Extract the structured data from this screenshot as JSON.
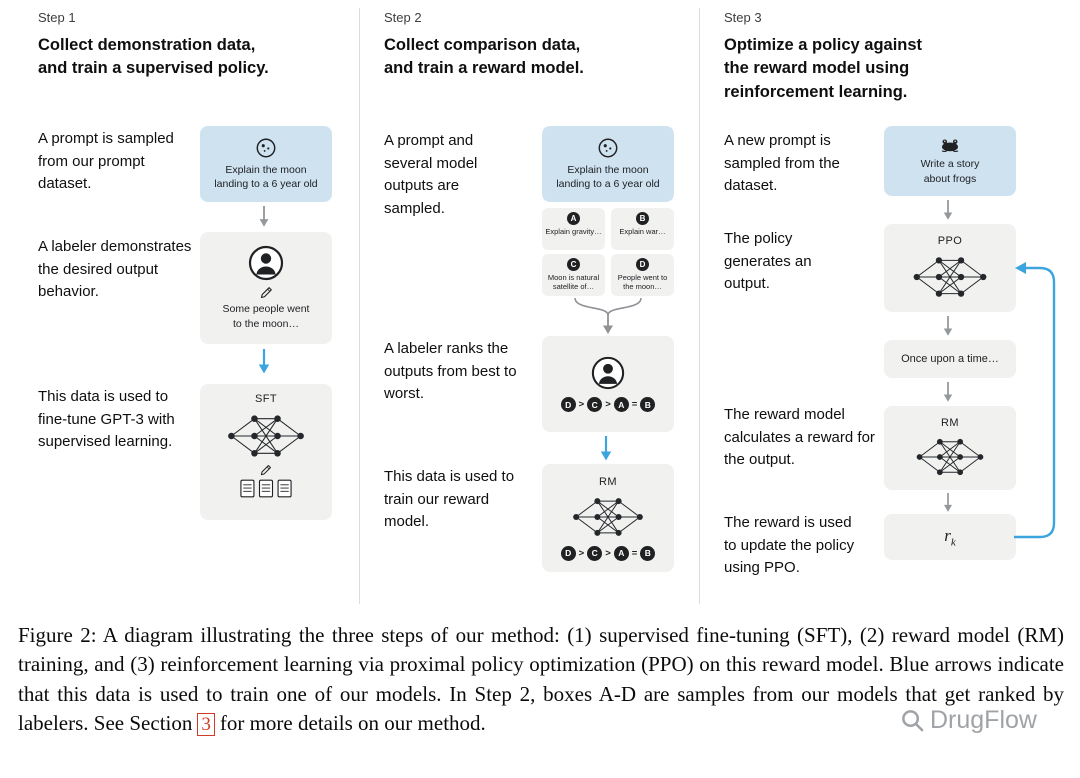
{
  "step1": {
    "label": "Step 1",
    "heading": "Collect demonstration data,\nand train a supervised policy.",
    "caption_prompt": "A prompt is sampled from our prompt dataset.",
    "caption_labeler": "A labeler demonstrates the desired output behavior.",
    "caption_finetune": "This data is used to fine-tune GPT-3 with supervised learning.",
    "prompt_text": "Explain the moon\nlanding to a 6 year old",
    "output_text": "Some people went\nto the moon…",
    "model_label": "SFT"
  },
  "step2": {
    "label": "Step 2",
    "heading": "Collect comparison data,\nand train a reward model.",
    "caption_prompt": "A prompt and several model outputs are sampled.",
    "caption_rank": "A labeler ranks the outputs from best to worst.",
    "caption_train": "This data is used to train our reward model.",
    "prompt_text": "Explain the moon\nlanding to a 6 year old",
    "samples": [
      {
        "id": "A",
        "text": "Explain gravity…"
      },
      {
        "id": "B",
        "text": "Explain war…"
      },
      {
        "id": "C",
        "text": "Moon is natural satellite of…"
      },
      {
        "id": "D",
        "text": "People went to the moon…"
      }
    ],
    "ranking": [
      "D",
      ">",
      "C",
      ">",
      "A",
      "=",
      "B"
    ],
    "model_label": "RM"
  },
  "step3": {
    "label": "Step 3",
    "heading": "Optimize a policy against\nthe reward model using\nreinforcement learning.",
    "caption_prompt": "A new prompt is sampled from the dataset.",
    "caption_policy": "The policy generates an output.",
    "caption_reward": "The reward model calculates a reward for the output.",
    "caption_update": "The reward is used to update the policy using PPO.",
    "prompt_text": "Write a story\nabout frogs",
    "output_text": "Once upon a time…",
    "policy_label": "PPO",
    "reward_model_label": "RM",
    "reward_base": "r",
    "reward_sub": "k"
  },
  "figure_caption": {
    "lead": "Figure 2: A diagram illustrating the three steps of our method: (1) supervised fine-tuning (SFT), (2) reward model (RM) training, and (3) reinforcement learning via proximal policy optimization (PPO) on this reward model. Blue arrows indicate that this data is used to train one of our models. In Step 2, boxes A-D are samples from our models that get ranked by labelers. See Section",
    "ref": "3",
    "tail": "for more details on our method."
  },
  "watermark": {
    "text": "DrugFlow"
  },
  "icons": {
    "step1_prompt": "moon-icon",
    "step2_prompt": "moon-icon",
    "step3_prompt": "frog-icon",
    "labeler": "labeler-icon",
    "writing": "pencil-icon",
    "model": "network-icon",
    "demonstrations": "documents-icon",
    "watermark": "magnifier-icon"
  },
  "colors": {
    "prompt_box": "#cfe2f0",
    "model_box": "#f1f1ef",
    "train_arrow": "#3da5de",
    "flow_arrow": "#95989b",
    "node": "#202123",
    "ref_red": "#d23a28"
  }
}
